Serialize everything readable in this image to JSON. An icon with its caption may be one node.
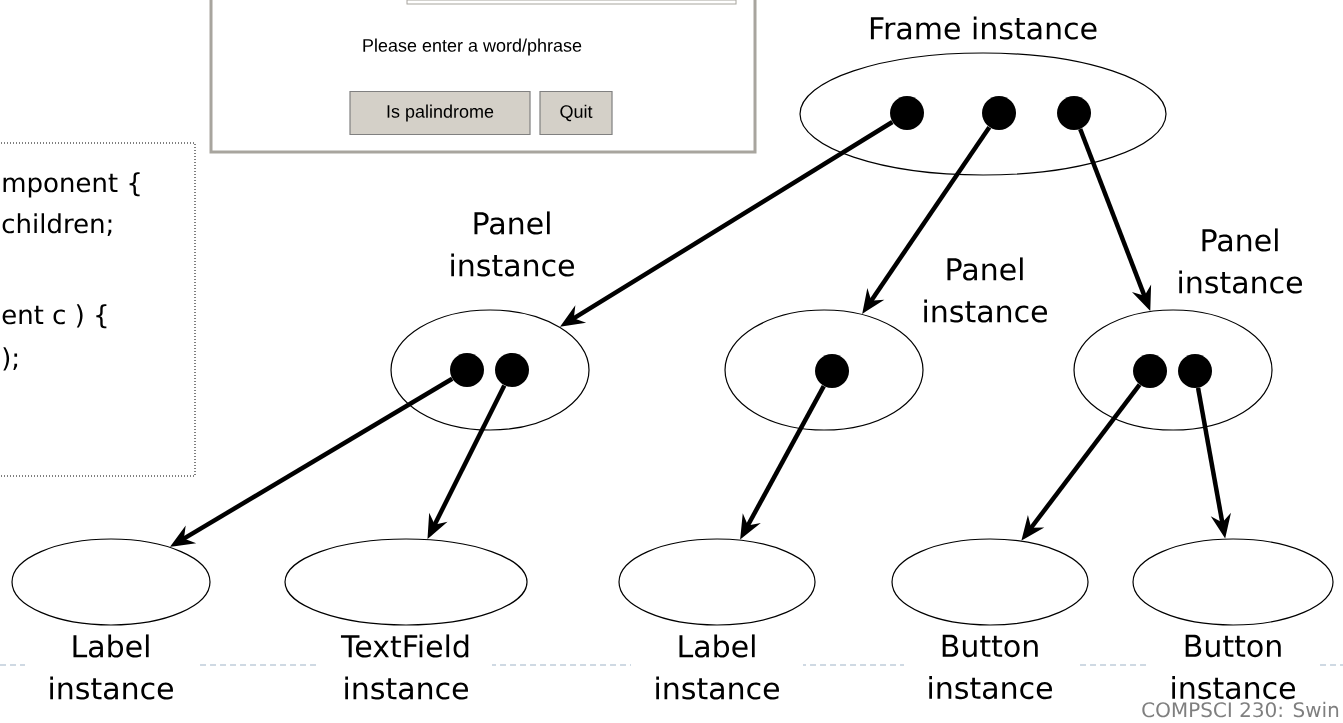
{
  "diagram": {
    "nodes": [
      {
        "text": [
          "Please enter a word/phrase"
        ]
      },
      {
        "text": [],
        "shape": "box",
        "in": 0
      },
      {
        "text": [
          "Is palindrome"
        ],
        "in": 0
      },
      {
        "text": [
          "Quit"
        ],
        "in": 0
      },
      {
        "text": [
          "mponent {",
          "children;",
          "ent c ) {",
          ");"
        ]
      },
      {
        "text": [
          "Frame instance"
        ]
      },
      {
        "text": [],
        "shape": "circle",
        "in": 5
      },
      {
        "text": [],
        "shape": "circle",
        "in": 5
      },
      {
        "text": [],
        "shape": "circle",
        "in": 5
      },
      {
        "text": [
          "Panel instance"
        ]
      },
      {
        "text": [],
        "shape": "circle",
        "in": 9
      },
      {
        "text": [],
        "shape": "circle",
        "in": 9
      },
      {
        "text": [
          "Panel instance"
        ]
      },
      {
        "text": [],
        "shape": "circle",
        "in": 12
      },
      {
        "text": [
          "Panel instance"
        ]
      },
      {
        "text": [],
        "shape": "circle",
        "in": 14
      },
      {
        "text": [],
        "shape": "circle",
        "in": 14
      },
      {
        "text": [
          "Label instance"
        ]
      },
      {
        "text": [
          "TextField instance"
        ]
      },
      {
        "text": [
          "Label instance"
        ]
      },
      {
        "text": [
          "Button instance"
        ]
      },
      {
        "text": [
          "Button instance"
        ]
      }
    ],
    "edges": [
      {
        "from": 6,
        "to": 9,
        "arrow": "to"
      },
      {
        "from": 7,
        "to": 12,
        "arrow": "to"
      },
      {
        "from": 8,
        "to": 14,
        "arrow": "to"
      },
      {
        "from": 10,
        "to": 17,
        "arrow": "to"
      },
      {
        "from": 11,
        "to": 18,
        "arrow": "to"
      },
      {
        "from": 13,
        "to": 19,
        "arrow": "to"
      },
      {
        "from": 15,
        "to": 20,
        "arrow": "to"
      },
      {
        "from": 16,
        "to": 21,
        "arrow": "to"
      }
    ],
    "labels": [
      "COMPSCI 230: Swin"
    ]
  }
}
